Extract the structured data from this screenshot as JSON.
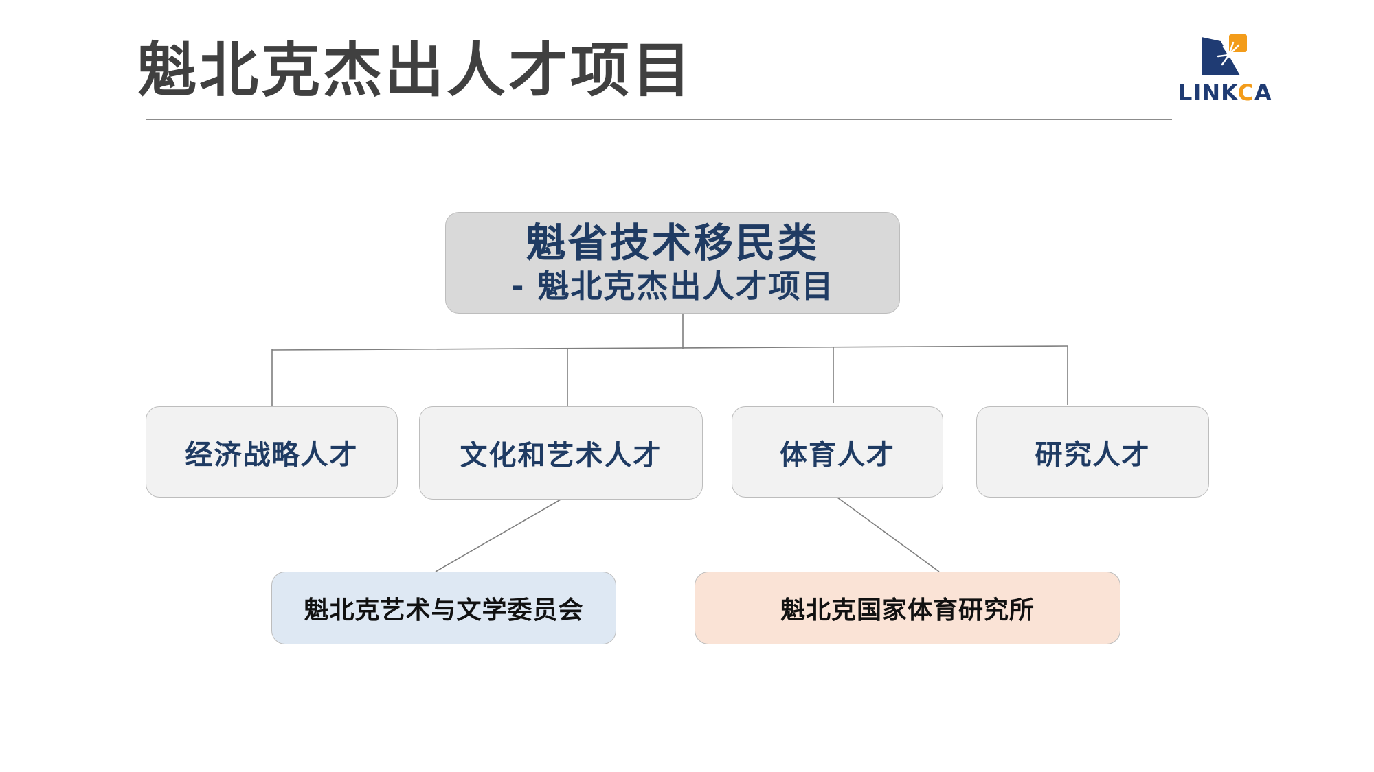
{
  "slide": {
    "title": "魁北克杰出人才项目"
  },
  "logo": {
    "text_main": "LINK",
    "text_accent": "C",
    "text_end": "A",
    "colors": {
      "navy": "#1f3b73",
      "orange": "#f39c1a"
    }
  },
  "diagram": {
    "root": {
      "line1": "魁省技术移民类",
      "line2": "- 魁北克杰出人才项目"
    },
    "categories": [
      {
        "label": "经济战略人才"
      },
      {
        "label": "文化和艺术人才"
      },
      {
        "label": "体育人才"
      },
      {
        "label": "研究人才"
      }
    ],
    "sub_nodes": [
      {
        "label": "魁北克艺术与文学委员会",
        "parent": "文化和艺术人才"
      },
      {
        "label": "魁北克国家体育研究所",
        "parent": "体育人才"
      }
    ]
  },
  "colors": {
    "root_fill": "#d9d9d9",
    "category_fill": "#f2f2f2",
    "sub_fill_1": "#dee8f3",
    "sub_fill_2": "#fae3d6",
    "text_navy": "#1f3b63",
    "connector": "#7f7f7f"
  }
}
